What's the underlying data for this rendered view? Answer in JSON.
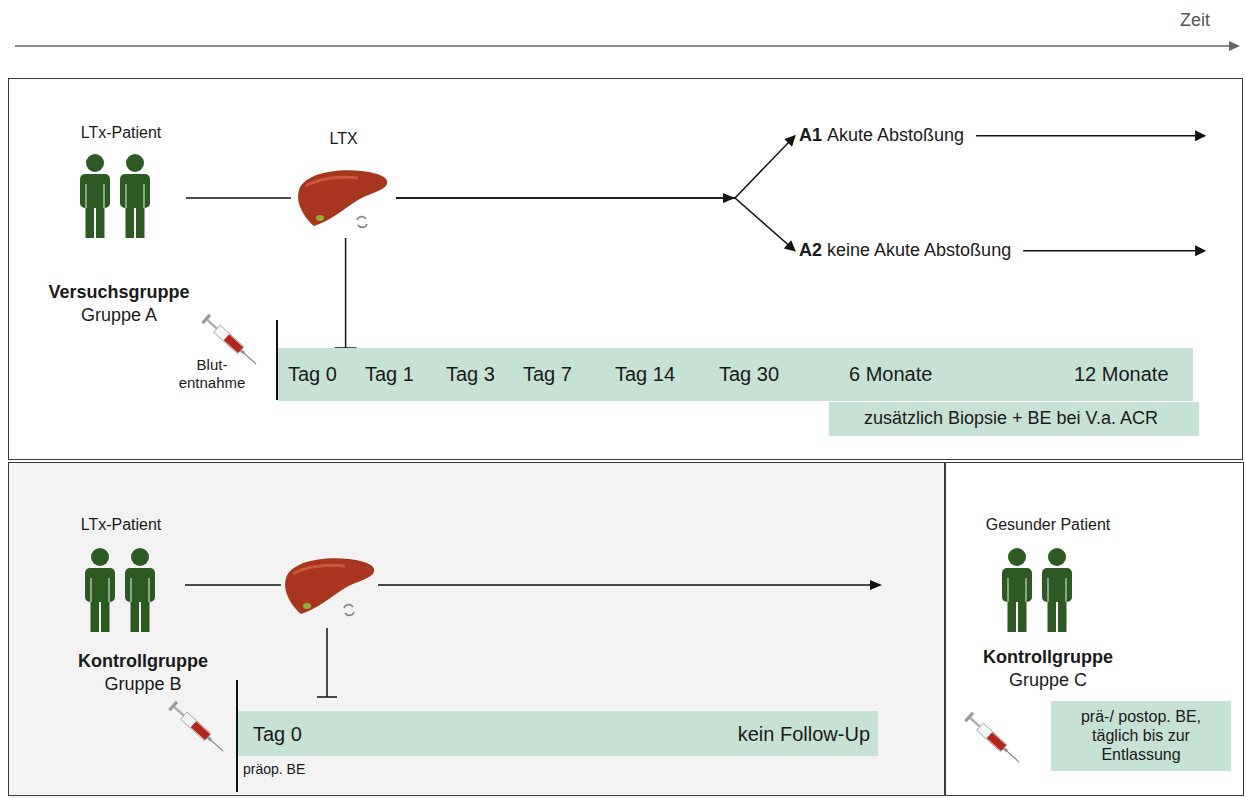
{
  "diagram": {
    "nodes": [
      {
        "text": [
          "Versuchsgruppe",
          "Gruppe A"
        ]
      },
      {
        "text": [
          "LTx-Patient"
        ],
        "in": 0
      },
      {
        "text": [
          "LTX"
        ],
        "in": 0
      },
      {
        "text": [
          "A1",
          "Akute Abstoßung"
        ],
        "in": 0
      },
      {
        "text": [
          "A2",
          "keine Akute Abstoßung"
        ],
        "in": 0
      },
      {
        "text": [
          "Tag 0",
          "Tag 1",
          "Tag 3",
          "Tag 7",
          "Tag 14",
          "Tag 30",
          "6 Monate",
          "12 Monate"
        ],
        "in": 0
      },
      {
        "text": [
          "zusätzlich Biopsie + BE bei V.a. ACR"
        ],
        "in": 0
      },
      {
        "text": [
          "Kontrollgruppe",
          "Gruppe B"
        ]
      },
      {
        "text": [
          "LTx-Patient"
        ],
        "in": 7
      },
      {
        "text": [
          "Tag 0",
          "kein Follow-Up"
        ],
        "in": 7
      },
      {
        "text": [
          "Kontrollgruppe",
          "Gruppe C"
        ]
      },
      {
        "text": [
          "Gesunder Patient"
        ],
        "in": 10
      },
      {
        "text": [
          "prä-/ postop. BE, täglich bis zur Entlassung"
        ],
        "in": 10
      }
    ],
    "edges": [
      {
        "from": 1,
        "to": 2,
        "arrow": "none"
      },
      {
        "from": 2,
        "to": 3,
        "arrow": "to"
      },
      {
        "from": 2,
        "to": 4,
        "arrow": "to"
      },
      {
        "from": 2,
        "to": 5,
        "arrow": "none"
      }
    ],
    "labels": [
      "Zeit",
      "Blut- entnahme",
      "präop. BE"
    ]
  }
}
